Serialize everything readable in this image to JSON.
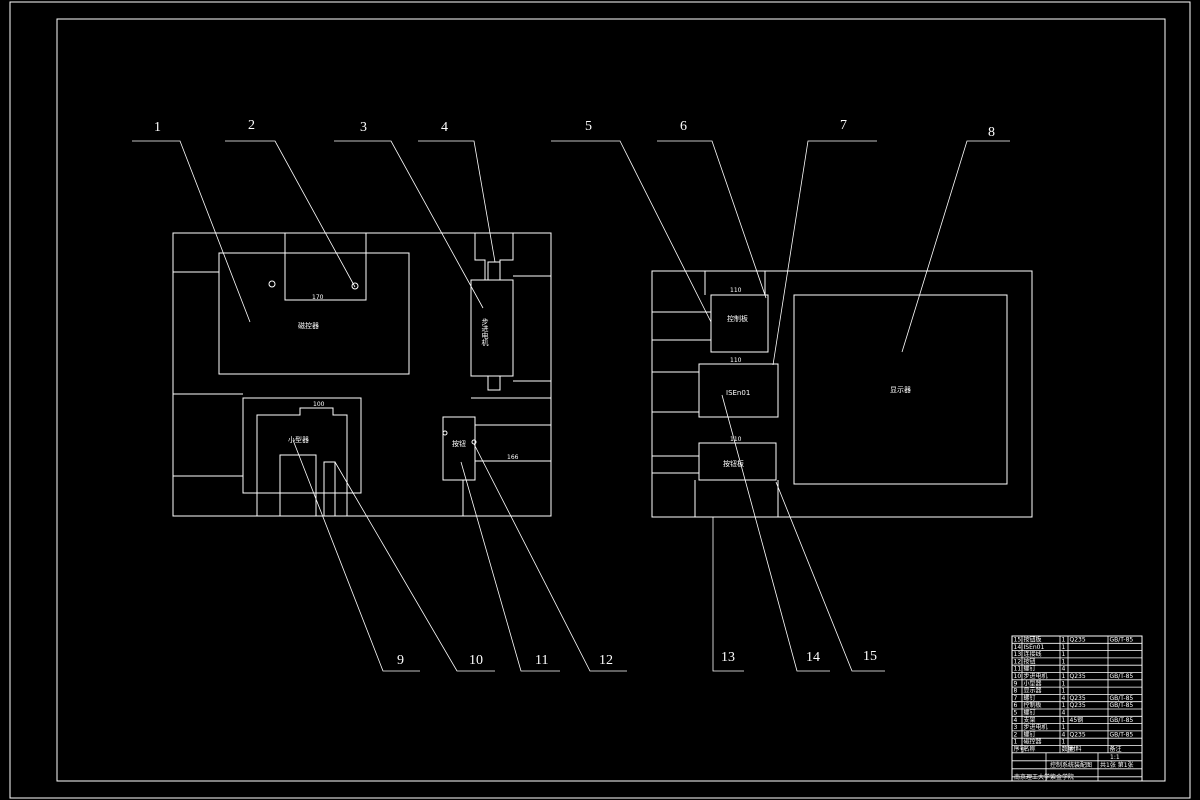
{
  "callouts": [
    "1",
    "2",
    "3",
    "4",
    "5",
    "6",
    "7",
    "8",
    "9",
    "10",
    "11",
    "12",
    "13",
    "14",
    "15"
  ],
  "left_panel": {
    "box1_label": "磁控器",
    "box3_label": "步进电机",
    "box9_label": "小型器",
    "box12_label": "按钮",
    "dims": {
      "d170": "170",
      "d100": "100",
      "d166": "166"
    }
  },
  "right_panel": {
    "box6_label": "控制板",
    "box14_label": "ISEn01",
    "box15_label": "按钮板",
    "box8_label": "显示器",
    "dims": {
      "d110a": "110",
      "d110b": "110",
      "d110c": "110"
    }
  },
  "title_block": {
    "rows": [
      {
        "no": "15",
        "name": "按钮板",
        "qty": "1",
        "mat": "Q235",
        "std": "GB/T-85"
      },
      {
        "no": "14",
        "name": "ISEn01",
        "qty": "1",
        "mat": "",
        "std": ""
      },
      {
        "no": "13",
        "name": "连接线",
        "qty": "1",
        "mat": "",
        "std": ""
      },
      {
        "no": "12",
        "name": "按钮",
        "qty": "1",
        "mat": "",
        "std": ""
      },
      {
        "no": "11",
        "name": "螺钉",
        "qty": "4",
        "mat": "",
        "std": ""
      },
      {
        "no": "10",
        "name": "步进电机",
        "qty": "1",
        "mat": "Q235",
        "std": "GB/T-85"
      },
      {
        "no": "9",
        "name": "小型器",
        "qty": "1",
        "mat": "",
        "std": ""
      },
      {
        "no": "8",
        "name": "显示器",
        "qty": "1",
        "mat": "",
        "std": ""
      },
      {
        "no": "7",
        "name": "螺钉",
        "qty": "4",
        "mat": "Q235",
        "std": "GB/T-85"
      },
      {
        "no": "6",
        "name": "控制板",
        "qty": "1",
        "mat": "Q235",
        "std": "GB/T-85"
      },
      {
        "no": "5",
        "name": "螺钉",
        "qty": "4",
        "mat": "",
        "std": ""
      },
      {
        "no": "4",
        "name": "支架",
        "qty": "1",
        "mat": "45钢",
        "std": "GB/T-85"
      },
      {
        "no": "3",
        "name": "步进电机",
        "qty": "1",
        "mat": "",
        "std": ""
      },
      {
        "no": "2",
        "name": "螺钉",
        "qty": "4",
        "mat": "Q235",
        "std": "GB/T-85"
      },
      {
        "no": "1",
        "name": "磁控器",
        "qty": "1",
        "mat": "",
        "std": ""
      }
    ],
    "header": {
      "no": "序号",
      "name": "名称",
      "qty": "数量",
      "mat": "材料",
      "std": "备注"
    },
    "drawing_title": "控制系统装配图",
    "school": "南京理工大学紫金学院",
    "scale": "1:1",
    "sheet": "共1张 第1张"
  }
}
